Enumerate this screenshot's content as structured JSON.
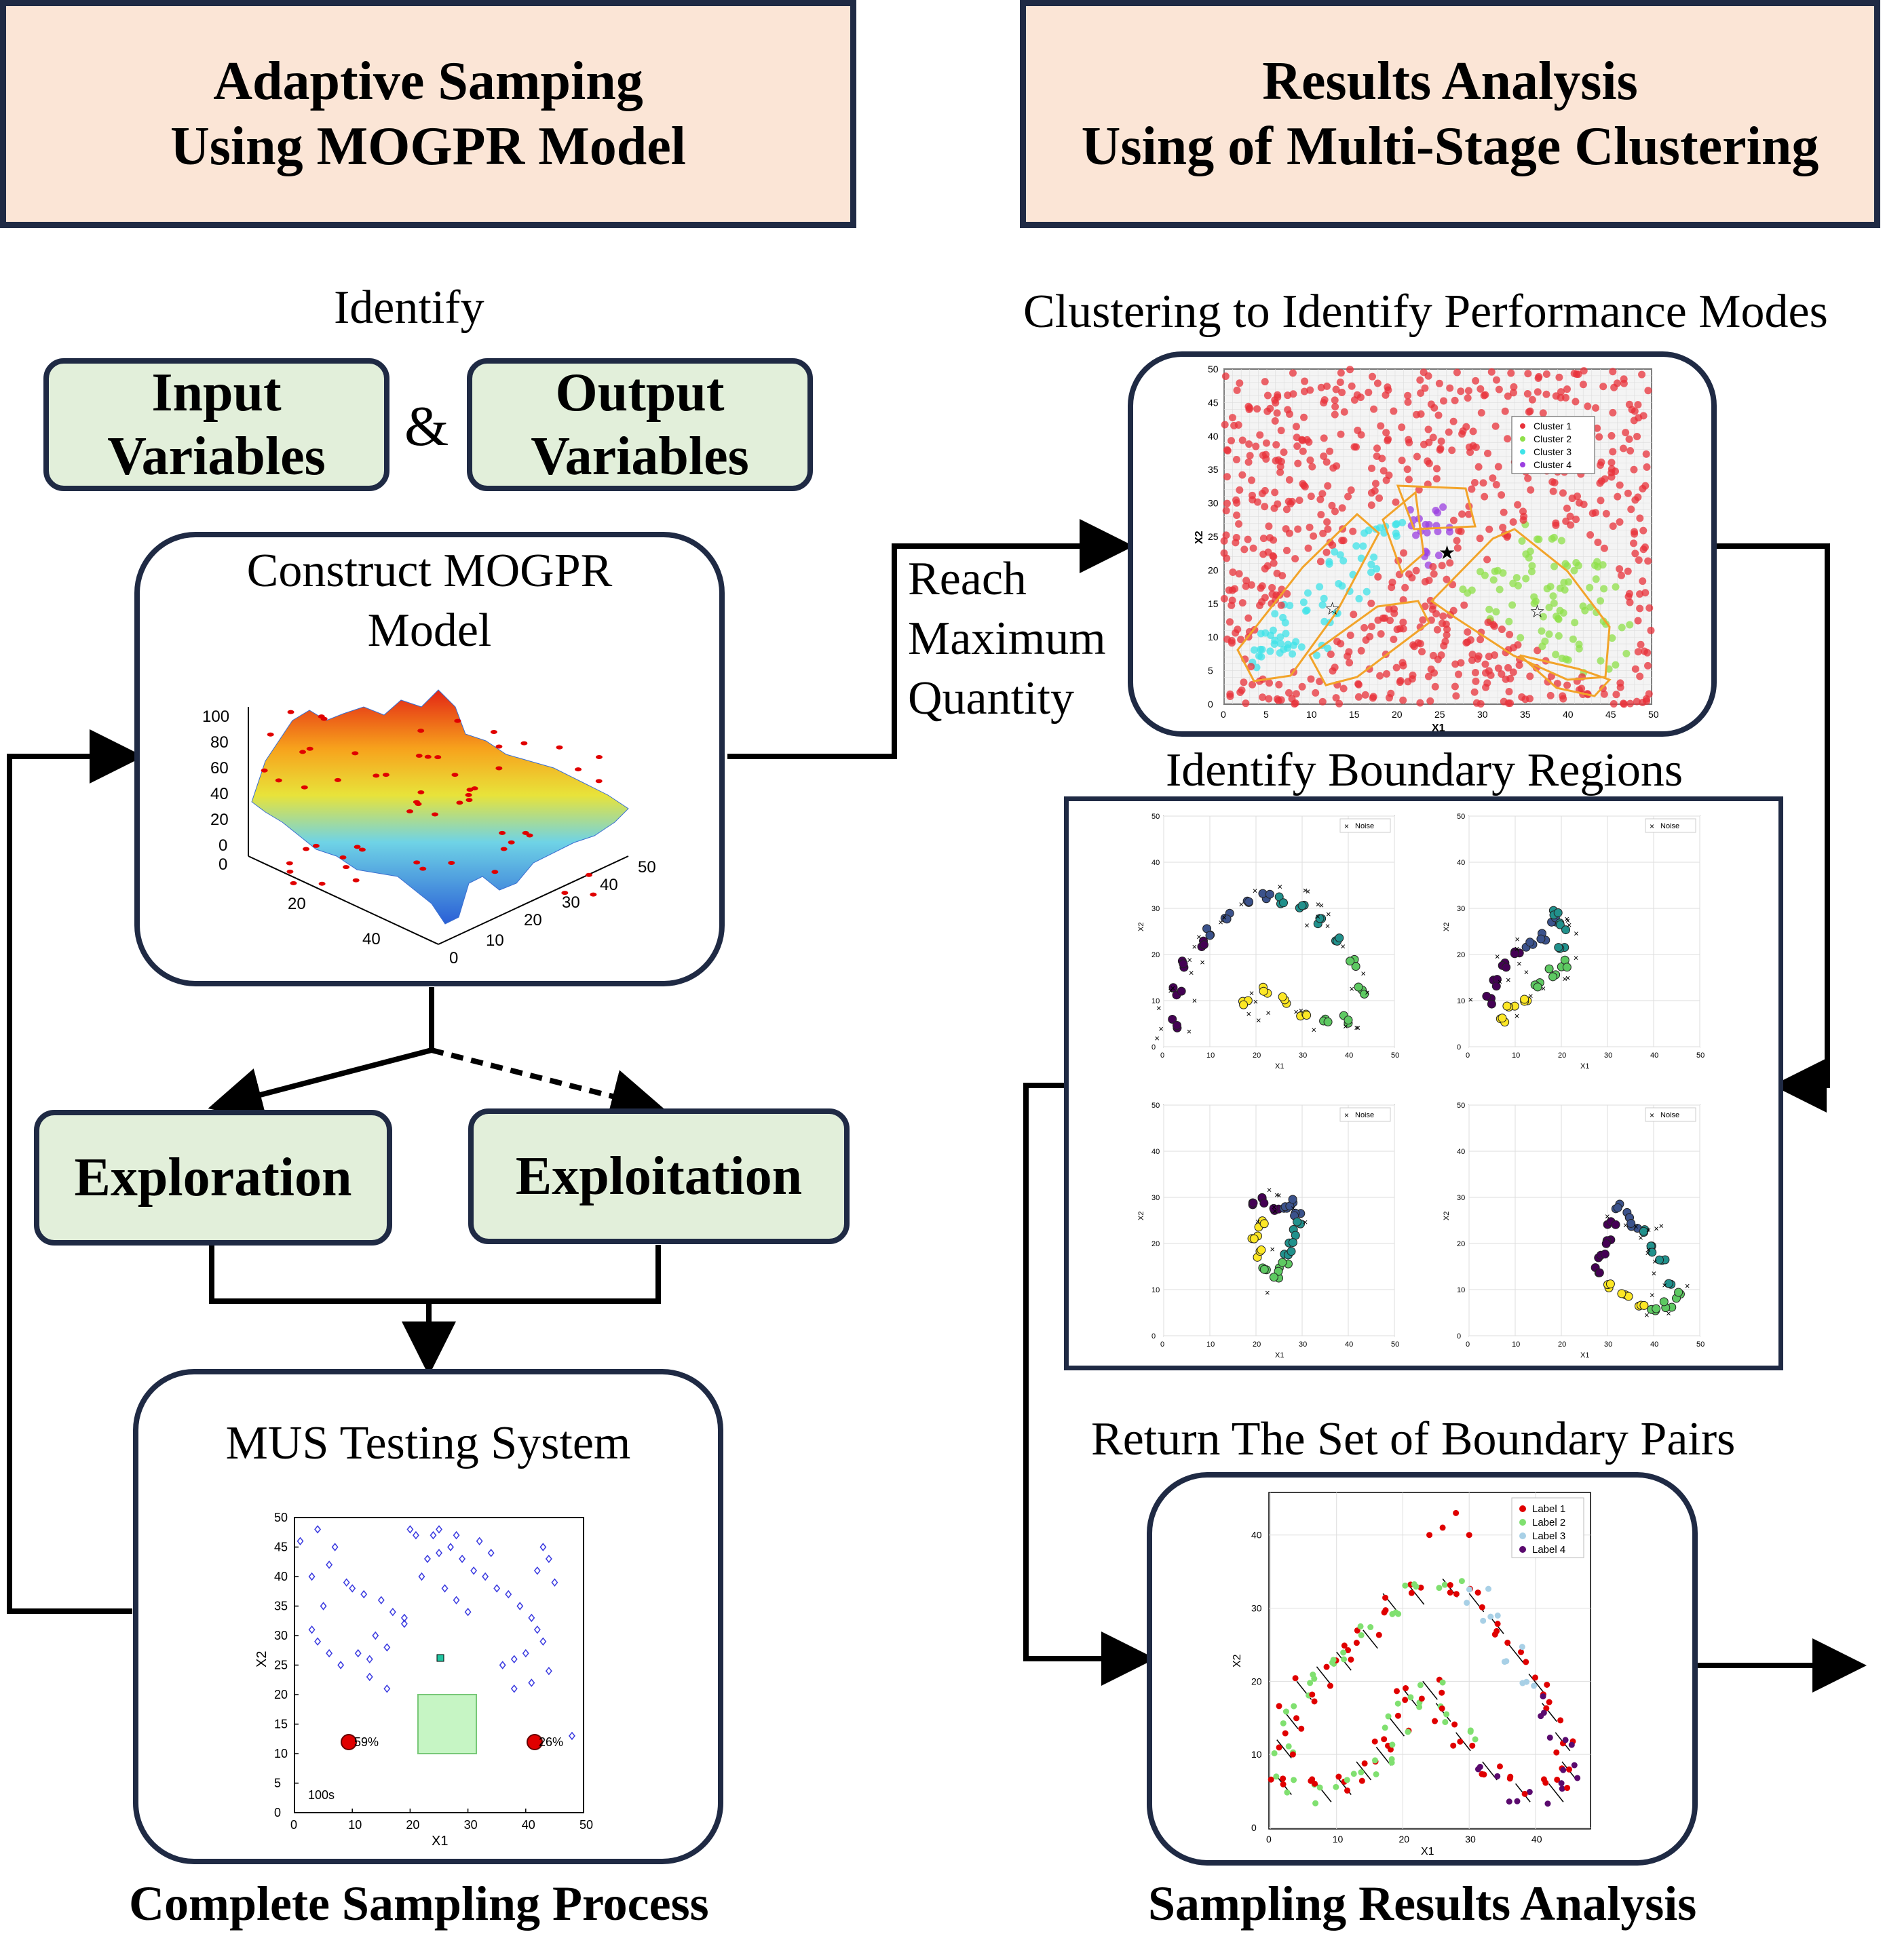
{
  "left_header": {
    "line1": "Adaptive Samping",
    "line2": "Using MOGPR Model"
  },
  "right_header": {
    "line1": "Results Analysis",
    "line2": "Using of Multi-Stage Clustering"
  },
  "identify_label": "Identify",
  "input_box": {
    "line1": "Input",
    "line2": "Variables"
  },
  "ampersand": "&",
  "output_box": {
    "line1": "Output",
    "line2": "Variables"
  },
  "construct_panel": {
    "title_line1": "Construct MOGPR",
    "title_line2": "Model",
    "z_ticks": [
      "100",
      "80",
      "60",
      "40",
      "20",
      "0"
    ],
    "x_ticks": [
      "0",
      "20",
      "40"
    ],
    "y_ticks": [
      "0",
      "10",
      "20",
      "30",
      "40",
      "50"
    ]
  },
  "exploration_label": "Exploration",
  "exploitation_label": "Exploitation",
  "mus_panel": {
    "title": "MUS Testing System",
    "x_ticks": [
      "0",
      "10",
      "20",
      "30",
      "40",
      "50"
    ],
    "y_ticks": [
      "0",
      "5",
      "10",
      "15",
      "20",
      "25",
      "30",
      "35",
      "40",
      "45",
      "50"
    ],
    "xlabel": "X1",
    "ylabel": "X2",
    "marker_left": "59%",
    "marker_right": "26%",
    "time_label": "100s"
  },
  "left_caption": "Complete Sampling Process",
  "reach_label": {
    "line1": "Reach",
    "line2": "Maximum",
    "line3": "Quantity"
  },
  "clustering_label": "Clustering to Identify Performance Modes",
  "cluster_panel": {
    "x_ticks": [
      "0",
      "5",
      "10",
      "15",
      "20",
      "25",
      "30",
      "35",
      "40",
      "45",
      "50"
    ],
    "y_ticks": [
      "0",
      "5",
      "10",
      "15",
      "20",
      "25",
      "30",
      "35",
      "40",
      "45",
      "50"
    ],
    "xlabel": "X1",
    "ylabel": "X2",
    "legend": [
      "Cluster 1",
      "Cluster 2",
      "Cluster 3",
      "Cluster 4"
    ],
    "colors": [
      "#e8323a",
      "#8fe04a",
      "#3fe3e8",
      "#9b3fe0"
    ]
  },
  "boundary_label": "Identify Boundary Regions",
  "boundary_panel": {
    "x_ticks": [
      "0",
      "10",
      "20",
      "30",
      "40",
      "50"
    ],
    "y_ticks": [
      "0",
      "10",
      "20",
      "30",
      "40",
      "50"
    ],
    "xlabel": "X1",
    "ylabel": "X2",
    "legend": "Noise"
  },
  "return_label": "Return The Set of Boundary Pairs",
  "results_panel": {
    "x_ticks": [
      "0",
      "10",
      "20",
      "30",
      "40"
    ],
    "y_ticks": [
      "0",
      "10",
      "20",
      "30",
      "40"
    ],
    "xlabel": "X1",
    "ylabel": "X2",
    "legend": [
      "Label 1",
      "Label 2",
      "Label 3",
      "Label 4"
    ],
    "colors": [
      "#e00000",
      "#80e070",
      "#a8d0e6",
      "#5a0a6e"
    ]
  },
  "right_caption": "Sampling Results Analysis"
}
